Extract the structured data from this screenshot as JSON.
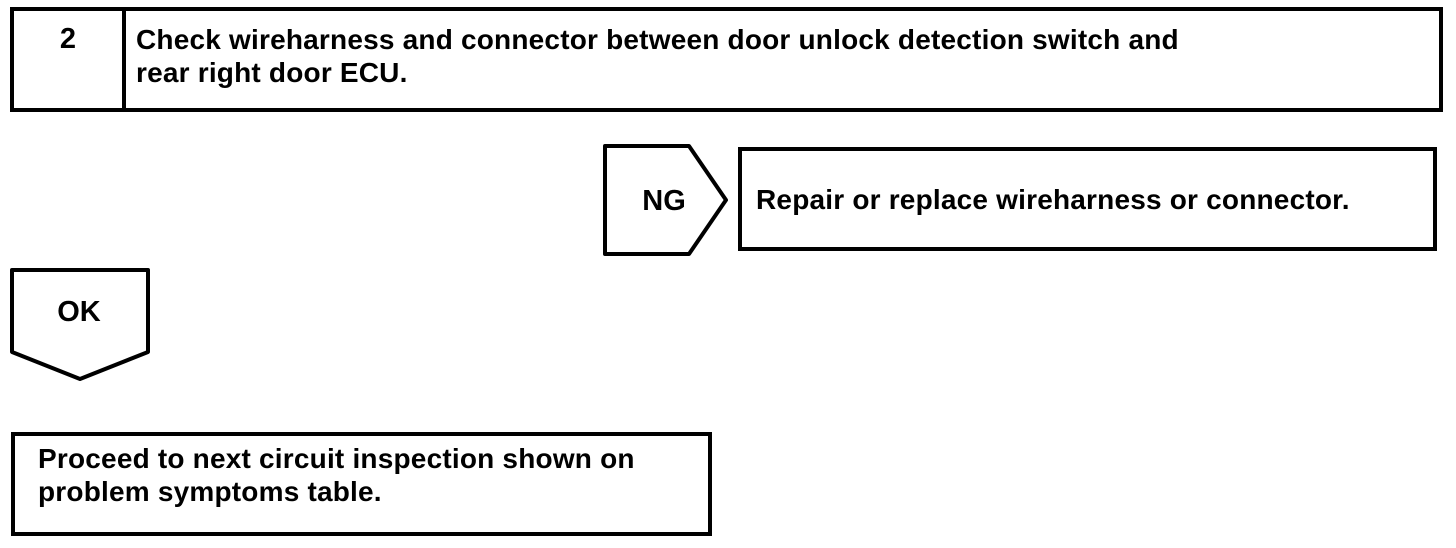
{
  "page": {
    "ink_color": "#000000",
    "paper_color": "#ffffff"
  },
  "flowchart": {
    "step": {
      "number": "2",
      "instruction": "Check wireharness and connector between door unlock detection switch and rear right door ECU.",
      "instruction_lines": [
        "Check wireharness and connector between door unlock detection switch and",
        "rear right door ECU."
      ]
    },
    "ng_branch": {
      "label": "NG",
      "action": "Repair or replace wireharness or connector."
    },
    "ok_branch": {
      "label": "OK",
      "action": "Proceed to next circuit inspection shown on problem symptoms table.",
      "action_lines": [
        "Proceed to next circuit inspection shown on",
        "problem symptoms table."
      ]
    }
  }
}
